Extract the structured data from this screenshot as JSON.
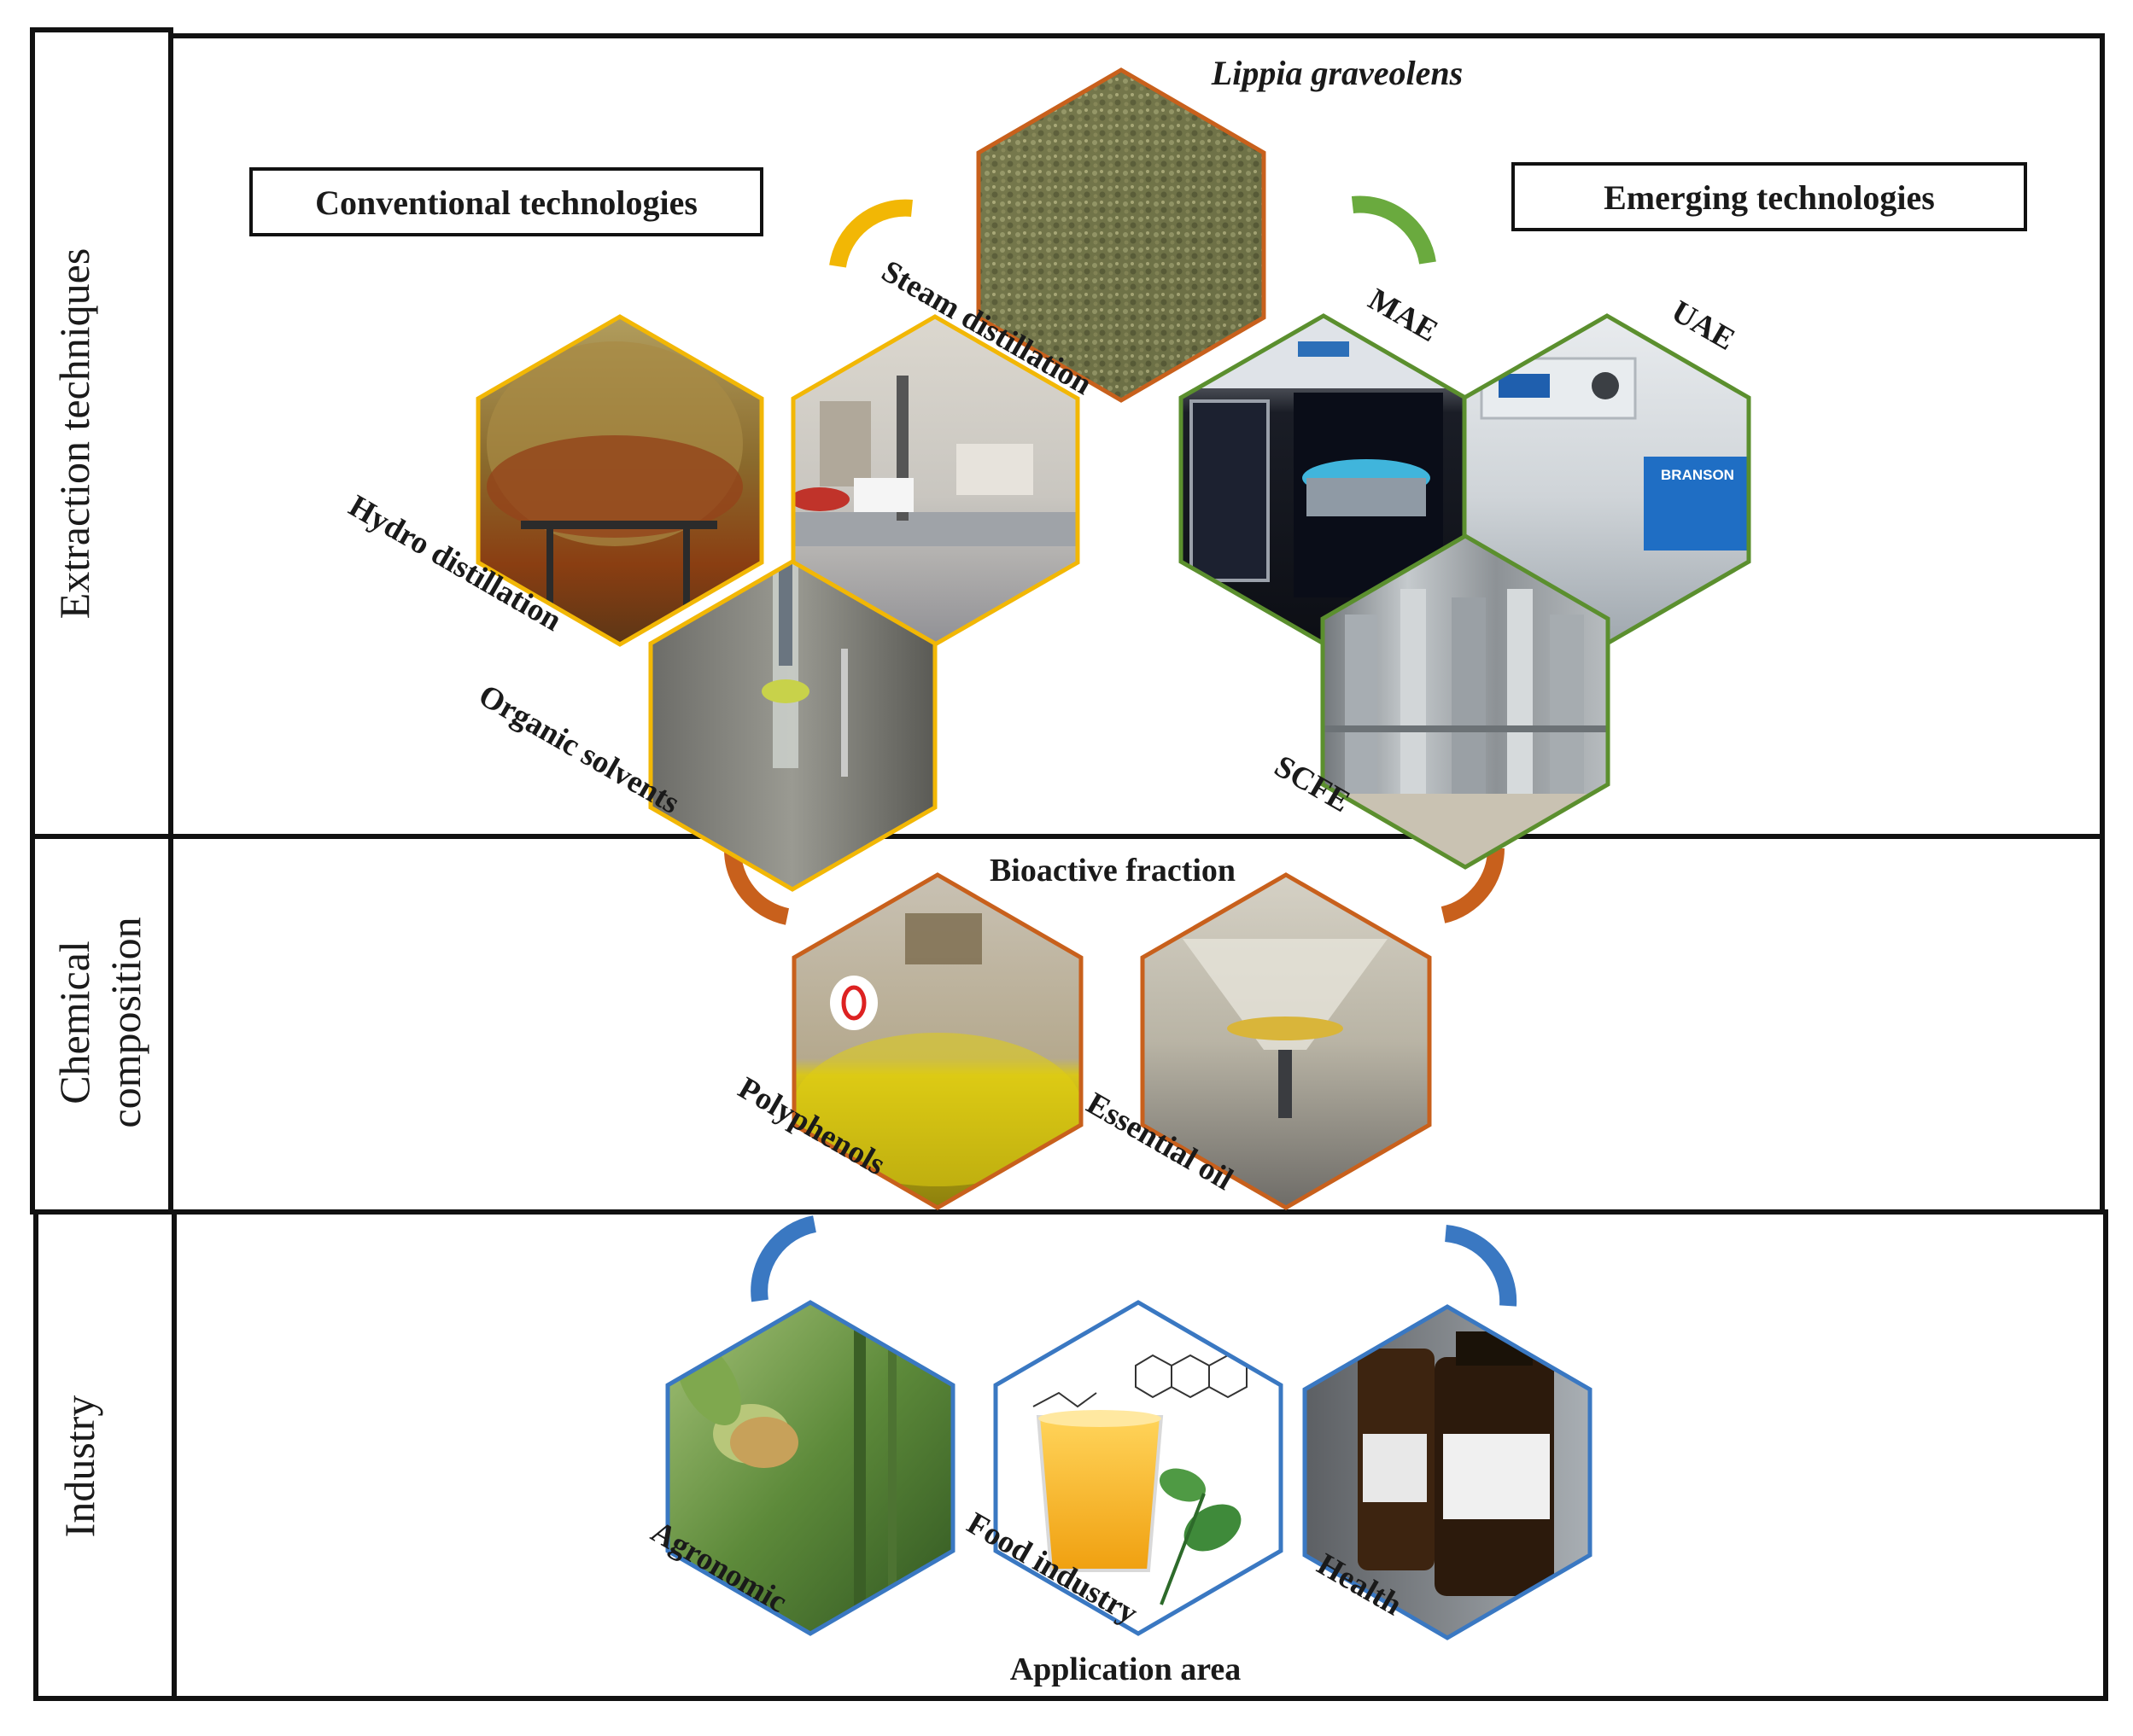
{
  "rows": {
    "extraction": "Extraction techniques",
    "chemical_line1": "Chemical",
    "chemical_line2": "composition",
    "industry": "Industry"
  },
  "top": {
    "plant_name": "Lippia graveolens",
    "conventional": "Conventional technologies",
    "emerging": "Emerging technologies"
  },
  "conventional_methods": {
    "steam": "Steam distillation",
    "hydro": "Hydro distillation",
    "organic": "Organic solvents"
  },
  "emerging_methods": {
    "mae": "MAE",
    "uae": "UAE",
    "scfe": "SCFE"
  },
  "bioactive": {
    "title": "Bioactive fraction",
    "polyphenols": "Polyphenols",
    "essential_oil": "Essential oil"
  },
  "application": {
    "title": "Application area",
    "agronomic": "Agronomic",
    "food": "Food industry",
    "health": "Health"
  },
  "colors": {
    "conventional_border": "#f2b705",
    "emerging_border": "#5b8f2e",
    "bioactive_border": "#c8601c",
    "application_border": "#3a78c2",
    "frame": "#111111"
  },
  "picture_labels": {
    "ultrasonic_brand": "BRANSON"
  }
}
